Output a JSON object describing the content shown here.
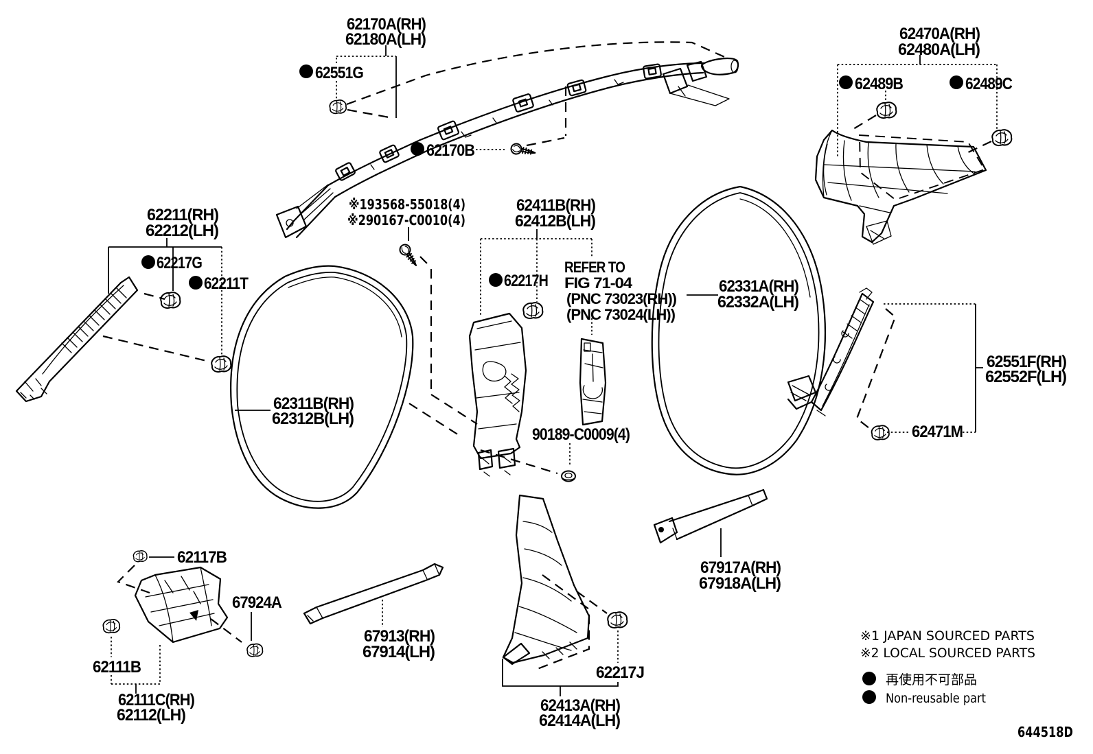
{
  "diagram": {
    "code": "644518D",
    "labels": {
      "airbag": {
        "line1": "62170A(RH)",
        "line2": "62180A(LH)"
      },
      "c62551g": {
        "text": "62551G"
      },
      "c62170b": {
        "text": "62170B"
      },
      "cpillar": {
        "line1": "62470A(RH)",
        "line2": "62480A(LH)"
      },
      "c62489b": {
        "text": "62489B"
      },
      "c62489c": {
        "text": "62489C"
      },
      "apillar": {
        "line1": "62211(RH)",
        "line2": "62212(LH)"
      },
      "c62217g": {
        "text": "62217G"
      },
      "c62211t": {
        "text": "62211T"
      },
      "screw": {
        "line1": "※193568-55018(4)",
        "line2": "※290167-C0010(4)"
      },
      "bpillarup": {
        "line1": "62411B(RH)",
        "line2": "62412B(LH)"
      },
      "c62217h": {
        "text": "62217H"
      },
      "refer": {
        "line1": "REFER TO",
        "line2": "FIG 71-04",
        "line3": "(PNC 73023(RH))",
        "line4": "(PNC 73024(LH))"
      },
      "rearweather": {
        "line1": "62331A(RH)",
        "line2": "62332A(LH)"
      },
      "frontweather": {
        "line1": "62311B(RH)",
        "line2": "62312B(LH)"
      },
      "grommet": {
        "text": "90189-C0009(4)"
      },
      "windshieldgarnish": {
        "line1": "62551F(RH)",
        "line2": "62552F(LH)"
      },
      "c62471m": {
        "text": "62471M"
      },
      "c62117b": {
        "text": "62117B"
      },
      "c67924a": {
        "text": "67924A"
      },
      "c62111b": {
        "text": "62111B"
      },
      "cowltrim": {
        "line1": "62111C(RH)",
        "line2": "62112(LH)"
      },
      "frontscuff": {
        "line1": "67913(RH)",
        "line2": "67914(LH)"
      },
      "bpillarlow": {
        "line1": "62413A(RH)",
        "line2": "62414A(LH)"
      },
      "c62217j": {
        "text": "62217J"
      },
      "rearscuff": {
        "line1": "67917A(RH)",
        "line2": "67918A(LH)"
      }
    },
    "legend": {
      "note1": "※1 JAPAN SOURCED PARTS",
      "note2": "※2 LOCAL SOURCED PARTS",
      "nonreusable_jp": "再使用不可部品",
      "nonreusable_en": "Non-reusable part"
    }
  }
}
